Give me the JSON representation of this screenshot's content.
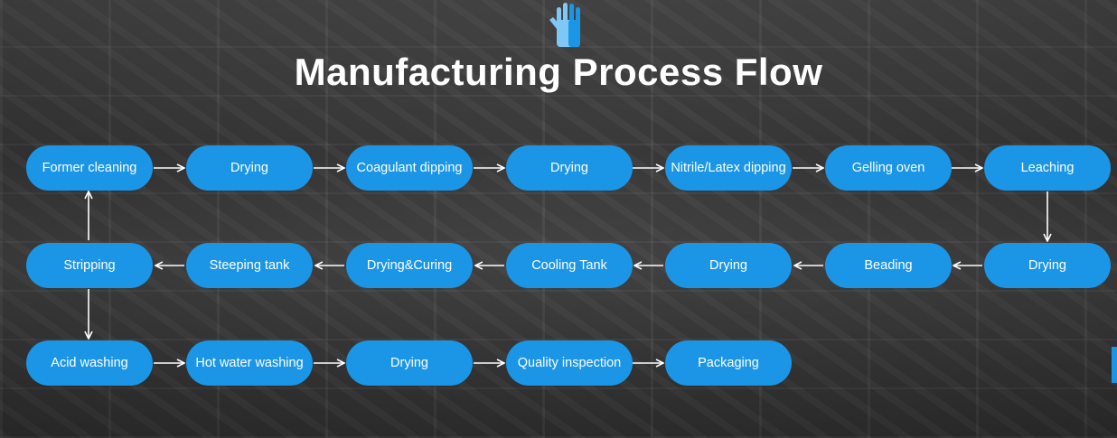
{
  "title": "Manufacturing Process Flow",
  "icon": "glove-icon",
  "colors": {
    "accent": "#1b96e6",
    "text": "#ffffff"
  },
  "steps": [
    "Former cleaning",
    "Drying",
    "Coagulant dipping",
    "Drying",
    "Nitrile/Latex dipping",
    "Gelling oven",
    "Leaching",
    "Drying",
    "Beading",
    "Drying",
    "Cooling Tank",
    "Drying&Curing",
    "Steeping tank",
    "Stripping",
    "Acid washing",
    "Hot water washing",
    "Drying",
    "Quality inspection",
    "Packaging"
  ]
}
